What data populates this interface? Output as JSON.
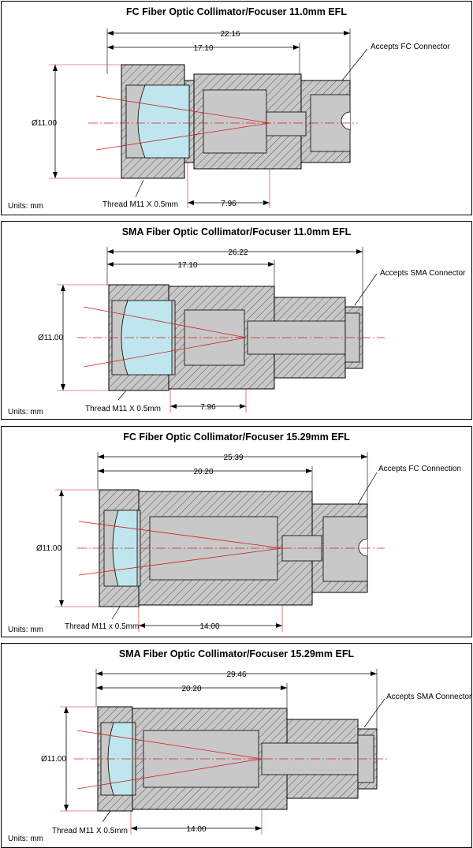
{
  "panels": [
    {
      "title": "FC Fiber Optic Collimator/Focuser 11.0mm EFL",
      "overall_length": "22.16",
      "barrel_length": "17.10",
      "focus_length": "7.96",
      "diameter": "Ø11.00",
      "thread": "Thread M11 X 0.5mm",
      "connector": "Accepts FC Connector",
      "units": "Units: mm",
      "connector_type": "FC"
    },
    {
      "title": "SMA Fiber Optic Collimator/Focuser 11.0mm EFL",
      "overall_length": "26.22",
      "barrel_length": "17.10",
      "focus_length": "7.96",
      "diameter": "Ø11.00",
      "thread": "Thread M11 X 0.5mm",
      "connector": "Accepts SMA Connector",
      "units": "Units: mm",
      "connector_type": "SMA"
    },
    {
      "title": "FC Fiber Optic Collimator/Focuser 15.29mm EFL",
      "overall_length": "25.39",
      "barrel_length": "20.20",
      "focus_length": "14.00",
      "diameter": "Ø11.00",
      "thread": "Thread M11 x 0.5mm",
      "connector": "Accepts FC Connection",
      "units": "Units: mm",
      "connector_type": "FC"
    },
    {
      "title": "SMA Fiber Optic Collimator/Focuser 15.29mm EFL",
      "overall_length": "29.46",
      "barrel_length": "20.20",
      "focus_length": "14.00",
      "diameter": "Ø11.00",
      "thread": "Thread M11 X 0.5mm",
      "connector": "Accepts SMA Connector",
      "units": "Units: mm",
      "connector_type": "SMA"
    }
  ],
  "colors": {
    "body_fill": "#c8c8c8",
    "hatch": "#555555",
    "lens": "#bfe6ee",
    "ray": "#cc2222",
    "outline": "#000000"
  }
}
